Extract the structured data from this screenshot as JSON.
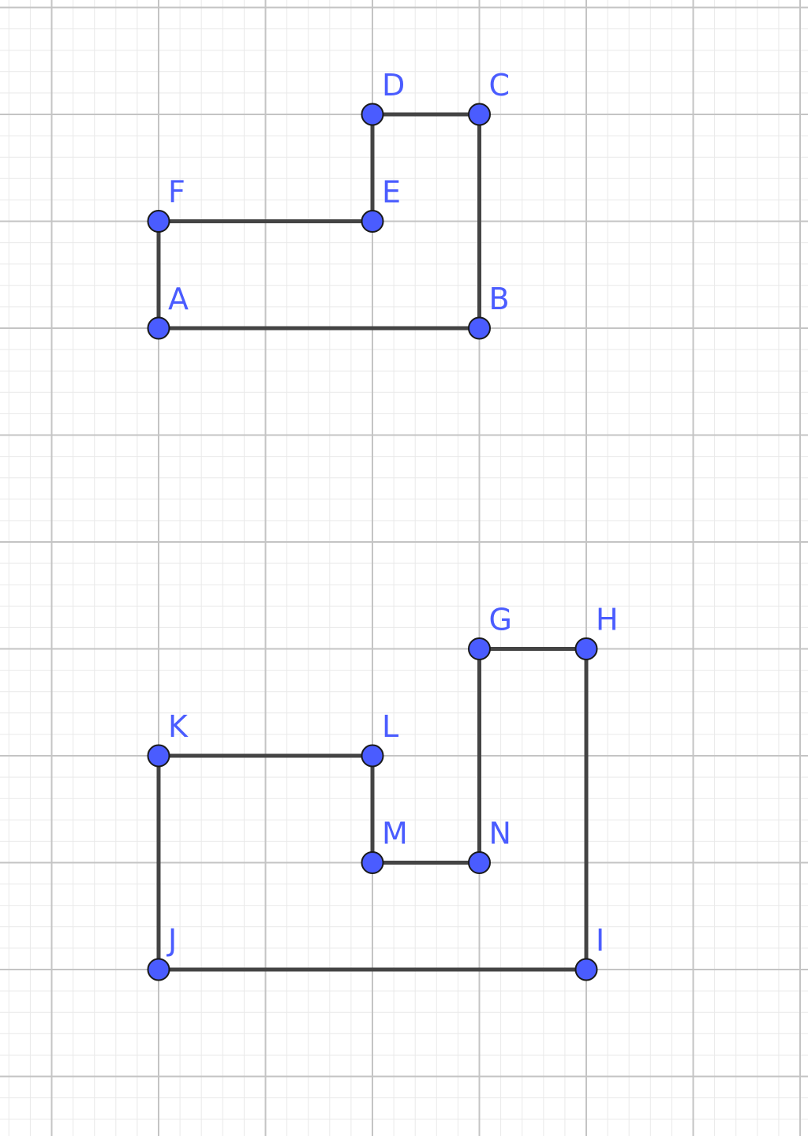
{
  "colors": {
    "background": "#ffffff",
    "major_grid": "#c4c4c4",
    "minor_grid": "#e9e9e9",
    "edge": "#444444",
    "vertex_fill": "#4a5cff",
    "vertex_stroke": "#1a1a1a",
    "label": "#4a5cff"
  },
  "grid": {
    "major_spacing_units": 1,
    "minor_divisions": 5
  },
  "shapes": [
    {
      "name": "top-polygon",
      "vertices": [
        {
          "label": "A",
          "x": 0,
          "y": 0
        },
        {
          "label": "B",
          "x": 3,
          "y": 0
        },
        {
          "label": "C",
          "x": 3,
          "y": 2
        },
        {
          "label": "D",
          "x": 2,
          "y": 2
        },
        {
          "label": "E",
          "x": 2,
          "y": 1
        },
        {
          "label": "F",
          "x": 0,
          "y": 1
        }
      ]
    },
    {
      "name": "bottom-polygon",
      "vertices": [
        {
          "label": "J",
          "x": 0,
          "y": -6
        },
        {
          "label": "I",
          "x": 4,
          "y": -6
        },
        {
          "label": "H",
          "x": 4,
          "y": -3
        },
        {
          "label": "G",
          "x": 3,
          "y": -3
        },
        {
          "label": "N",
          "x": 3,
          "y": -5
        },
        {
          "label": "M",
          "x": 2,
          "y": -5
        },
        {
          "label": "L",
          "x": 2,
          "y": -4
        },
        {
          "label": "K",
          "x": 0,
          "y": -4
        }
      ]
    }
  ]
}
